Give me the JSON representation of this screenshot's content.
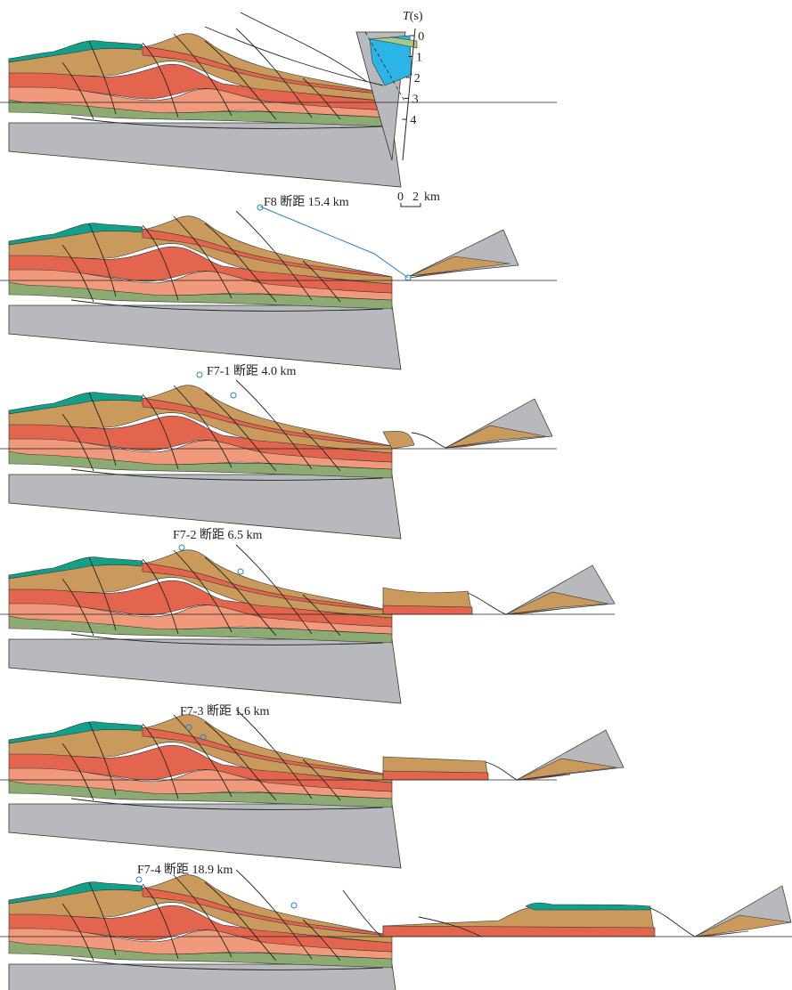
{
  "figure": {
    "time_axis": {
      "title_italic": "T",
      "title_unit": "(s)",
      "ticks": [
        "0",
        "1",
        "2",
        "3",
        "4"
      ]
    },
    "scale_bar": {
      "start": "0",
      "end": "2",
      "unit": "km"
    },
    "panels": [
      {
        "id": "present",
        "label": ""
      },
      {
        "id": "restore-f8",
        "label": "F8 断距 15.4 km"
      },
      {
        "id": "restore-f7-1",
        "label": "F7-1 断距 4.0 km"
      },
      {
        "id": "restore-f7-2",
        "label": "F7-2 断距 6.5 km"
      },
      {
        "id": "restore-f7-3",
        "label": "F7-3 断距 1.6 km"
      },
      {
        "id": "restore-f7-4",
        "label": "F7-4 断距 18.9 km"
      }
    ],
    "colors": {
      "basement": "#b8b9bd",
      "layer_green": "#8daa72",
      "layer_salmon": "#f0997b",
      "layer_red": "#e3654e",
      "layer_tan": "#c99a5c",
      "layer_teal": "#13a08a",
      "water_blue": "#2bb5e6",
      "light_green": "#a6c98a"
    }
  }
}
